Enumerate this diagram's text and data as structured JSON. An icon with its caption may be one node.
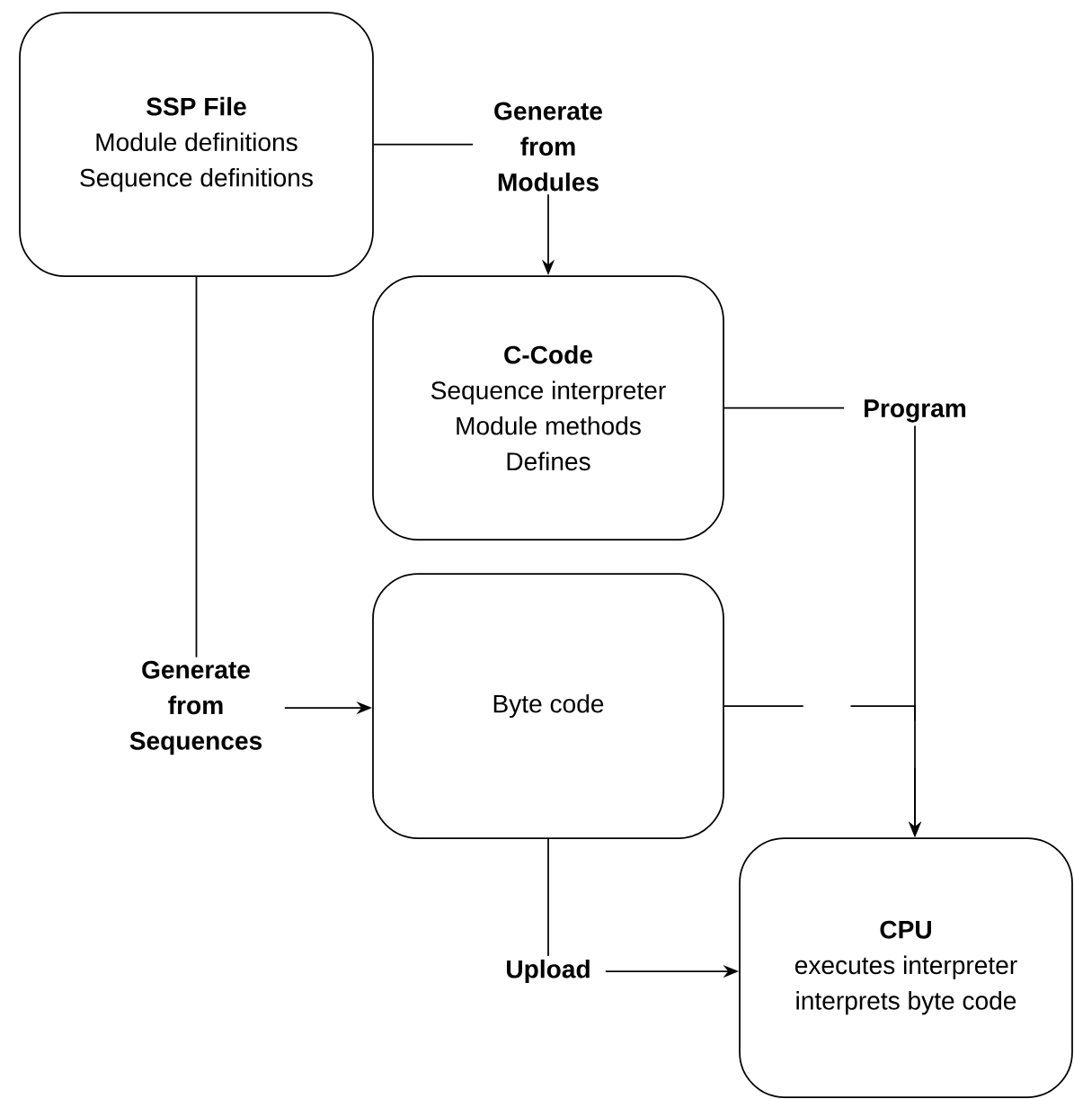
{
  "diagram": {
    "nodes": [
      {
        "text": [
          "SSP File",
          "Module definitions",
          "Sequence definitions"
        ]
      },
      {
        "text": [
          "Generate from Modules"
        ]
      },
      {
        "text": [
          "C-Code",
          "Sequence interpreter",
          "Module methods",
          "Defines"
        ]
      },
      {
        "text": [
          "Program"
        ]
      },
      {
        "text": [
          "Generate from Sequences"
        ]
      },
      {
        "text": [
          "Byte code"
        ]
      },
      {
        "text": [
          "Upload"
        ]
      },
      {
        "text": [
          "CPU",
          "executes interpreter",
          "interprets byte code"
        ]
      }
    ],
    "edges": [
      {
        "from": 0,
        "to": 1,
        "arrow": "none"
      },
      {
        "from": 1,
        "to": 2,
        "arrow": "to"
      },
      {
        "from": 2,
        "to": 3,
        "arrow": "none"
      },
      {
        "from": 3,
        "to": 7,
        "arrow": "to"
      },
      {
        "from": 0,
        "to": 4,
        "arrow": "none"
      },
      {
        "from": 4,
        "to": 5,
        "arrow": "to"
      },
      {
        "from": 5,
        "to": 7,
        "arrow": "to",
        "style": "dashed"
      },
      {
        "from": 5,
        "to": 6,
        "arrow": "none"
      },
      {
        "from": 6,
        "to": 7,
        "arrow": "to"
      }
    ]
  }
}
